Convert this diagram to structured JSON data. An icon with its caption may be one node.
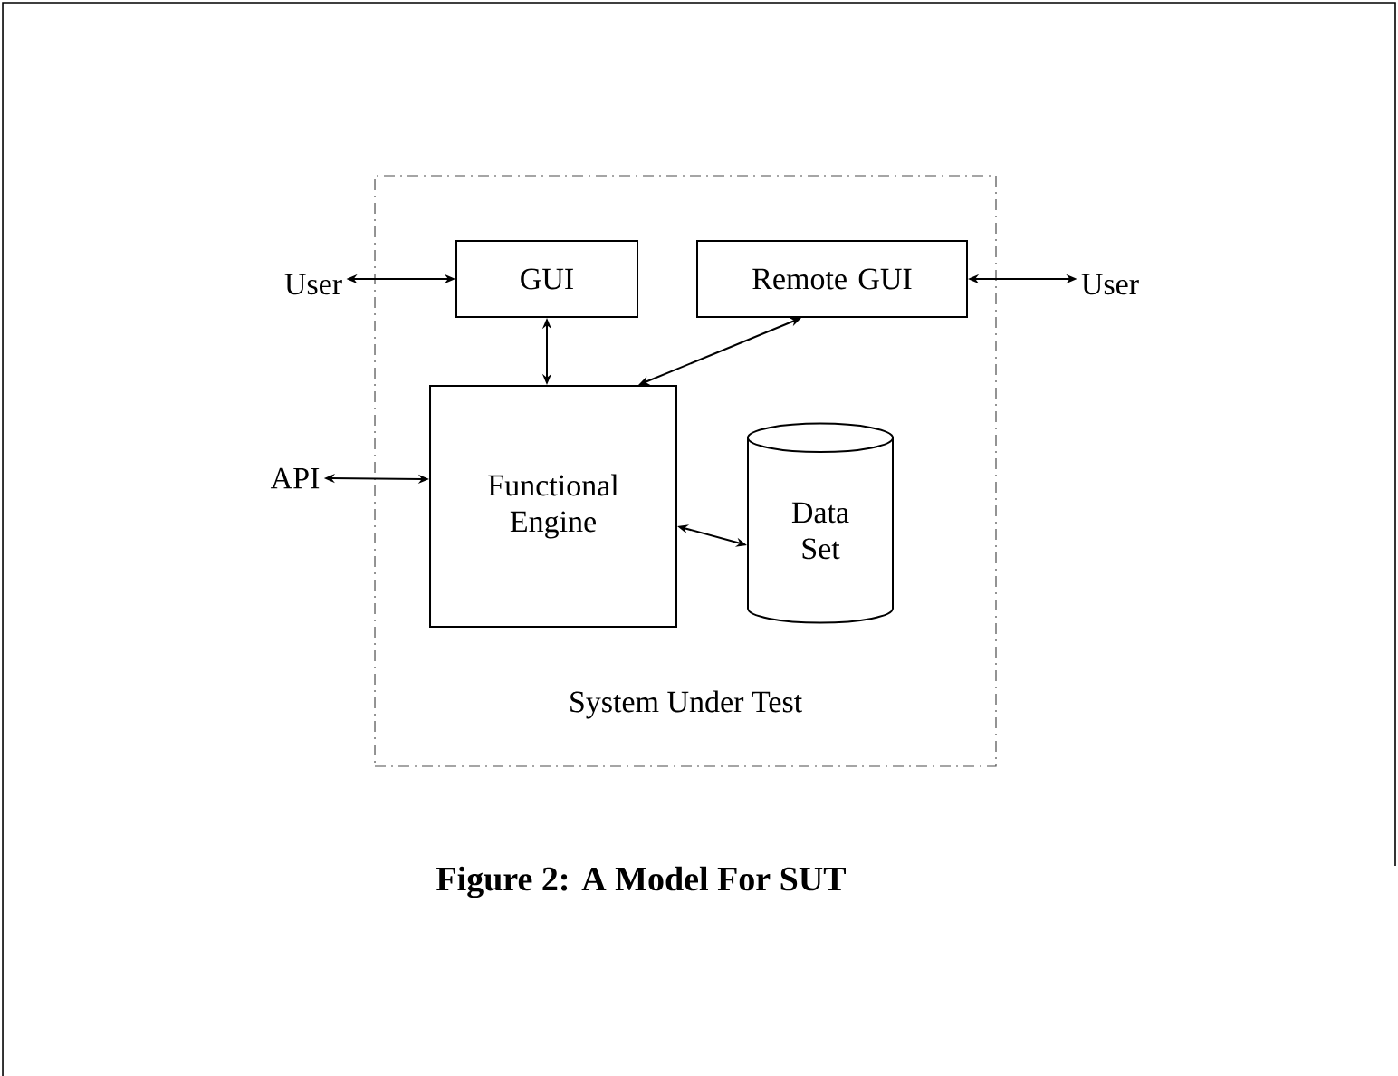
{
  "diagram": {
    "caption": "Figure 2: A Model For SUT",
    "nodes": [
      {
        "text": [
          "System Under Test"
        ]
      },
      {
        "text": [
          "GUI"
        ],
        "in": 0
      },
      {
        "text": [
          "Remote GUI"
        ],
        "in": 0
      },
      {
        "text": [
          "Functional Engine"
        ],
        "in": 0
      },
      {
        "text": [
          "Data Set"
        ],
        "in": 0
      },
      {
        "text": [
          "User"
        ]
      },
      {
        "text": [
          "User"
        ]
      },
      {
        "text": [
          "API"
        ]
      }
    ],
    "edges": [
      {
        "from": 5,
        "to": 1,
        "arrow": "both"
      },
      {
        "from": 2,
        "to": 6,
        "arrow": "both"
      },
      {
        "from": 1,
        "to": 3,
        "arrow": "both"
      },
      {
        "from": 2,
        "to": 3,
        "arrow": "both"
      },
      {
        "from": 7,
        "to": 3,
        "arrow": "both"
      },
      {
        "from": 3,
        "to": 4,
        "arrow": "both"
      }
    ]
  }
}
